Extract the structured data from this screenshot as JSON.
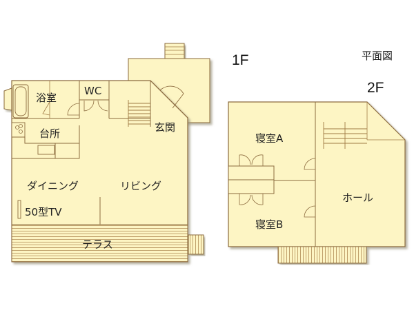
{
  "title": "平面図",
  "colors": {
    "floor_fill": "#fdf5c4",
    "wall": "#8b6a3e",
    "line": "#a07a45",
    "shadow": "#b9b39a",
    "text": "#222222"
  },
  "floor1": {
    "label": "1F",
    "rooms": {
      "bath": "浴室",
      "wc": "WC",
      "kitchen": "台所",
      "entrance": "玄関",
      "dining": "ダイニング",
      "living": "リビング",
      "tv": "50型TV",
      "terrace": "テラス"
    }
  },
  "floor2": {
    "label": "2F",
    "rooms": {
      "bedroom_a": "寝室A",
      "bedroom_b": "寝室B",
      "hall": "ホール"
    }
  }
}
